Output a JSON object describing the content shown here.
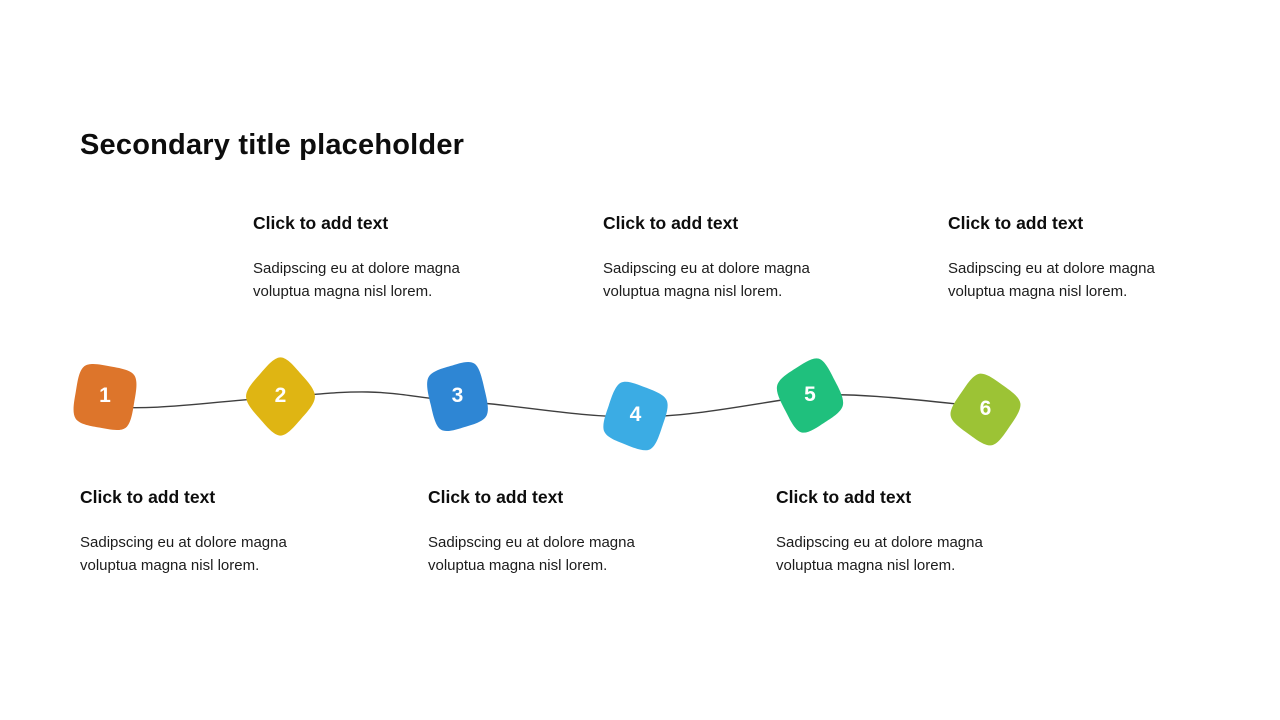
{
  "slide": {
    "title": "Secondary title placeholder",
    "background_color": "#ffffff",
    "connector_color": "#3f3f3f"
  },
  "steps": [
    {
      "number": "1",
      "color": "#dd752b",
      "text_position": "below",
      "heading": "Click to add text",
      "body": "Sadipscing eu at dolore magna voluptua magna nisl lorem."
    },
    {
      "number": "2",
      "color": "#dfb513",
      "text_position": "above",
      "heading": "Click to add text",
      "body": "Sadipscing eu at dolore magna voluptua magna nisl lorem."
    },
    {
      "number": "3",
      "color": "#2e86d4",
      "text_position": "below",
      "heading": "Click to add text",
      "body": "Sadipscing eu at dolore magna voluptua magna nisl lorem."
    },
    {
      "number": "4",
      "color": "#3bace4",
      "text_position": "above",
      "heading": "Click to add text",
      "body": "Sadipscing eu at dolore magna voluptua magna nisl lorem."
    },
    {
      "number": "5",
      "color": "#1fc07d",
      "text_position": "below",
      "heading": "Click to add text",
      "body": "Sadipscing eu at dolore magna voluptua magna nisl lorem."
    },
    {
      "number": "6",
      "color": "#9cc335",
      "text_position": "above",
      "heading": "Click to add text",
      "body": "Sadipscing eu at dolore magna voluptua magna nisl lorem."
    }
  ]
}
